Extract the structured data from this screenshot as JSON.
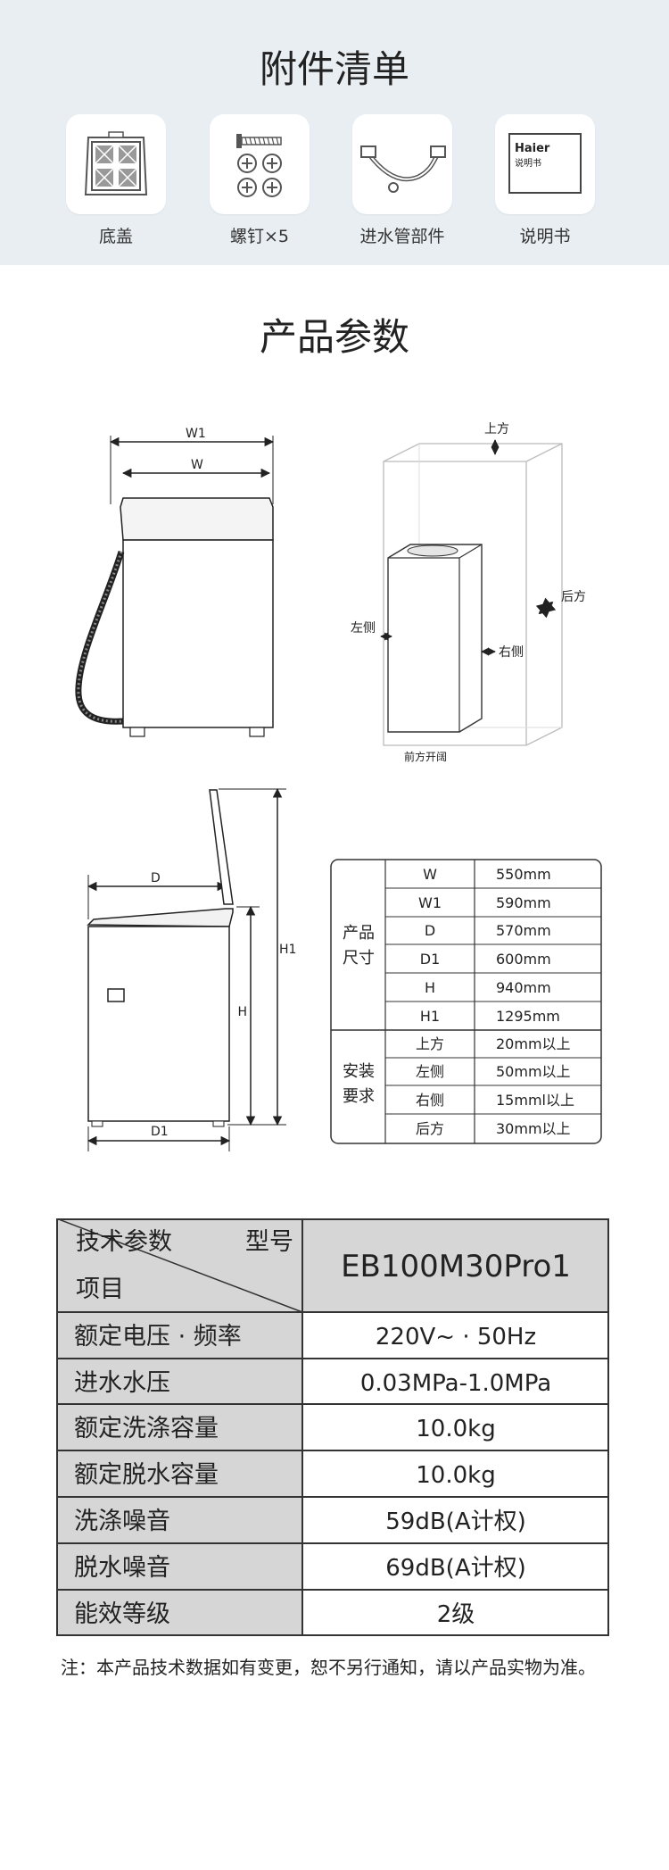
{
  "accessories": {
    "title": "附件清单",
    "items": [
      {
        "label": "底盖",
        "icon": "base-cover-icon"
      },
      {
        "label": "螺钉×5",
        "icon": "screws-icon"
      },
      {
        "label": "进水管部件",
        "icon": "inlet-hose-icon"
      },
      {
        "label": "说明书",
        "icon": "manual-icon"
      }
    ],
    "manual_brand": "Haier",
    "manual_text": "说明书"
  },
  "params": {
    "title": "产品参数",
    "front_view": {
      "w1": "W1",
      "w": "W"
    },
    "clearance_view": {
      "top": "上方",
      "left": "左侧",
      "right": "右侧",
      "back": "后方",
      "front": "前方开阔"
    },
    "side_view": {
      "d": "D",
      "d1": "D1",
      "h": "H",
      "h1": "H1"
    }
  },
  "dimensions": {
    "groups": [
      {
        "label": [
          "产品",
          "尺寸"
        ],
        "rows": [
          [
            "W",
            "550mm"
          ],
          [
            "W1",
            "590mm"
          ],
          [
            "D",
            "570mm"
          ],
          [
            "D1",
            "600mm"
          ],
          [
            "H",
            "940mm"
          ],
          [
            "H1",
            "1295mm"
          ]
        ]
      },
      {
        "label": [
          "安装",
          "要求"
        ],
        "rows": [
          [
            "上方",
            "20mm以上"
          ],
          [
            "左侧",
            "50mm以上"
          ],
          [
            "右侧",
            "15mml以上"
          ],
          [
            "后方",
            "30mm以上"
          ]
        ]
      }
    ]
  },
  "spec_table": {
    "header": {
      "top_left": "技术参数",
      "top_right": "型号",
      "bottom_left": "项目",
      "model": "EB100M30Pro1"
    },
    "rows": [
      [
        "额定电压 · 频率",
        "220V~ · 50Hz"
      ],
      [
        "进水水压",
        "0.03MPa-1.0MPa"
      ],
      [
        "额定洗涤容量",
        "10.0kg"
      ],
      [
        "额定脱水容量",
        "10.0kg"
      ],
      [
        "洗涤噪音",
        "59dB(A计权)"
      ],
      [
        "脱水噪音",
        "69dB(A计权)"
      ],
      [
        "能效等级",
        "2级"
      ]
    ],
    "colors": {
      "header_bg": "#d6d6d6",
      "label_bg": "#d6d6d6",
      "border": "#333333"
    }
  },
  "note": "注：本产品技术数据如有变更，恕不另行通知，请以产品实物为准。"
}
